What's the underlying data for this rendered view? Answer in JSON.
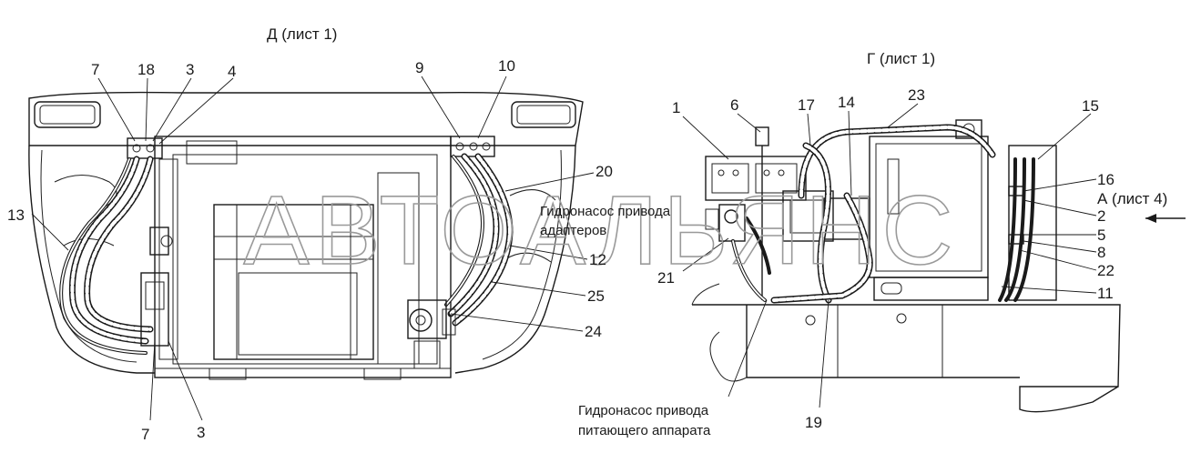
{
  "views": {
    "left_title": "Д (лист 1)",
    "right_title": "Г (лист 1)",
    "right_arrow_label": "А (лист 4)"
  },
  "notes": {
    "pump_adapters_line1": "Гидронасос привода",
    "pump_adapters_line2": "адаптеров",
    "pump_feeder_line1": "Гидронасос привода",
    "pump_feeder_line2": "питающего аппарата"
  },
  "callouts_left": {
    "c7_top": "7",
    "c18": "18",
    "c3_top": "3",
    "c4": "4",
    "c9": "9",
    "c10": "10",
    "c13": "13",
    "c20": "20",
    "c12": "12",
    "c25": "25",
    "c24": "24",
    "c7_bottom": "7",
    "c3_bottom": "3"
  },
  "callouts_right": {
    "c1": "1",
    "c6": "6",
    "c17": "17",
    "c14": "14",
    "c23": "23",
    "c15": "15",
    "c16": "16",
    "c2": "2",
    "c5": "5",
    "c8": "8",
    "c22": "22",
    "c11": "11",
    "c21": "21",
    "c19": "19"
  },
  "watermark": "АВТОАЛЬЯНС"
}
